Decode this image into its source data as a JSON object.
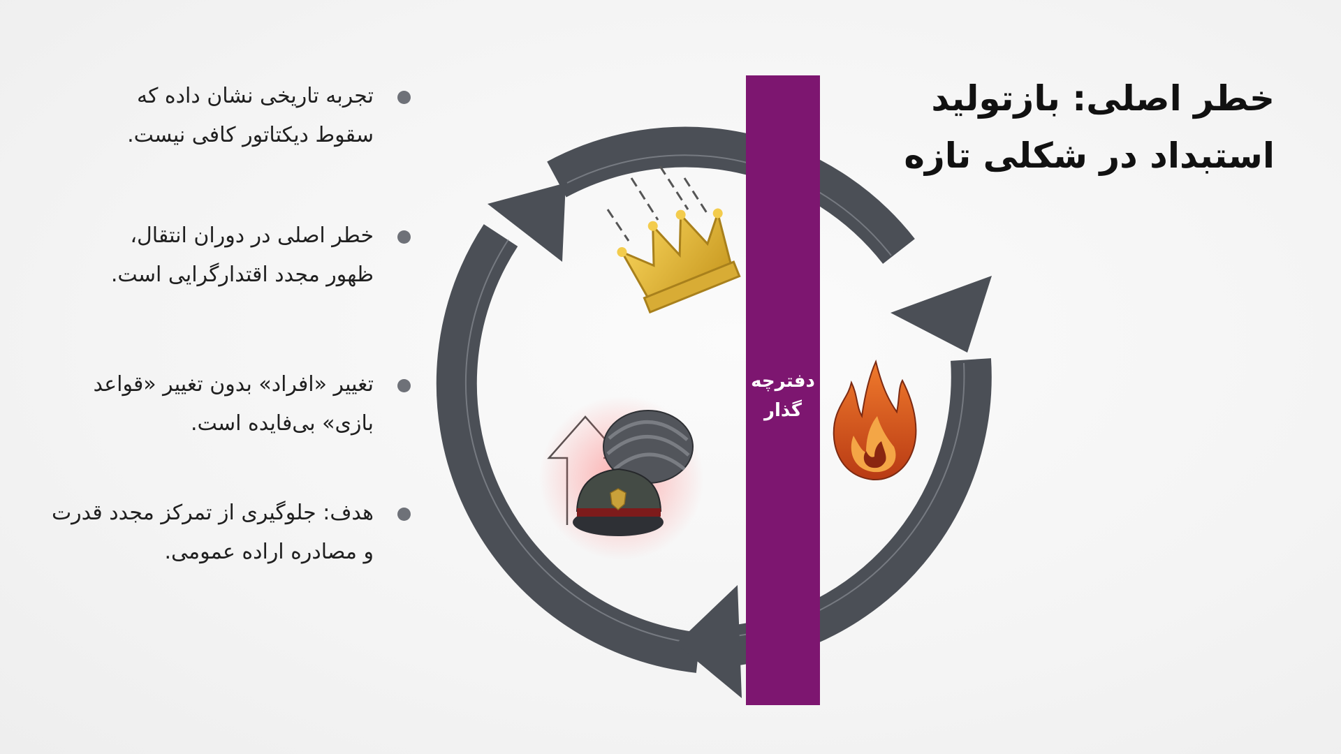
{
  "title": {
    "line1": "خطر اصلی: بازتولید",
    "line2": "استبداد در شکلی تازه"
  },
  "bullets": [
    {
      "line1": "تجربه تاریخی نشان داده که",
      "line2": "سقوط دیکتاتور کافی نیست."
    },
    {
      "line1": "خطر اصلی در دوران انتقال،",
      "line2": "ظهور مجدد اقتدارگرایی است."
    },
    {
      "line1": "تغییر «افراد» بدون تغییر «قواعد",
      "line2": "بازی» بی‌فایده است."
    },
    {
      "line1": "هدف: جلوگیری از تمرکز مجدد قدرت",
      "line2": "و مصادره اراده عمومی."
    }
  ],
  "bar": {
    "line1": "دفترچه",
    "line2": "گذار"
  },
  "icons": [
    "falling-crown-icon",
    "flame-icon",
    "turban-and-military-cap-icon"
  ],
  "colors": {
    "bar": "#7d1670",
    "arrow": "#4b4f56",
    "bullet_dot": "#6e7178",
    "title": "#111111"
  }
}
